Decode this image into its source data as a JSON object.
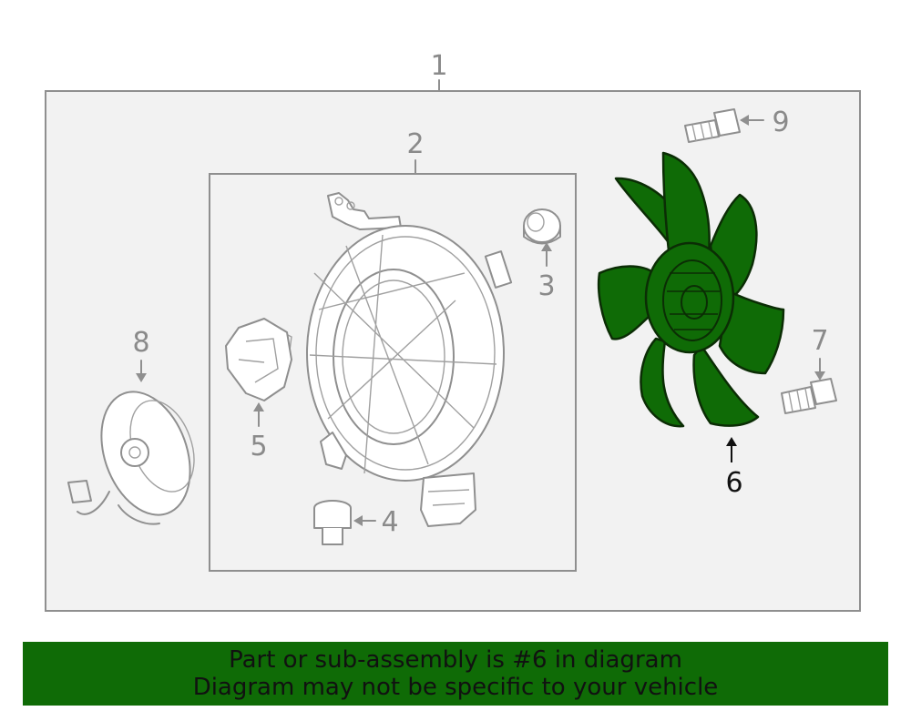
{
  "callouts": {
    "c1": "1",
    "c2": "2",
    "c3": "3",
    "c4": "4",
    "c5": "5",
    "c6": "6",
    "c7": "7",
    "c8": "8",
    "c9": "9"
  },
  "highlight_color": "#0f6b06",
  "banner": {
    "line1": "Part or sub-assembly is #6 in diagram",
    "line2": "Diagram may not be specific to your vehicle"
  }
}
